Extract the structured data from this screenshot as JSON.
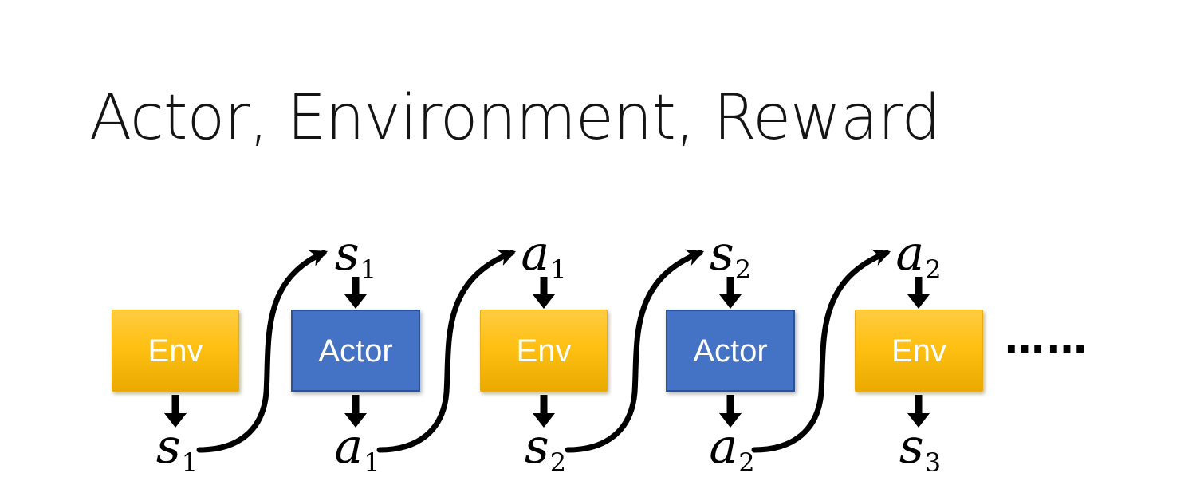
{
  "title": "Actor, Environment, Reward",
  "diagram": {
    "nodes": [
      {
        "label": "Env",
        "type": "env"
      },
      {
        "label": "Actor",
        "type": "actor"
      },
      {
        "label": "Env",
        "type": "env"
      },
      {
        "label": "Actor",
        "type": "actor"
      },
      {
        "label": "Env",
        "type": "env"
      }
    ],
    "top_labels": [
      {
        "base": "s",
        "sub": "1"
      },
      {
        "base": "a",
        "sub": "1"
      },
      {
        "base": "s",
        "sub": "2"
      },
      {
        "base": "a",
        "sub": "2"
      }
    ],
    "bottom_labels": [
      {
        "base": "s",
        "sub": "1"
      },
      {
        "base": "a",
        "sub": "1"
      },
      {
        "base": "s",
        "sub": "2"
      },
      {
        "base": "a",
        "sub": "2"
      },
      {
        "base": "s",
        "sub": "3"
      }
    ],
    "ellipsis": "……",
    "colors": {
      "env_gradient_top": "#FFCC42",
      "env_gradient_bottom": "#EAAA00",
      "actor_fill": "#4472C4",
      "actor_border": "#2F528F",
      "arrow": "#000000",
      "title_text": "#141414",
      "box_text": "#FFFFFF"
    }
  }
}
